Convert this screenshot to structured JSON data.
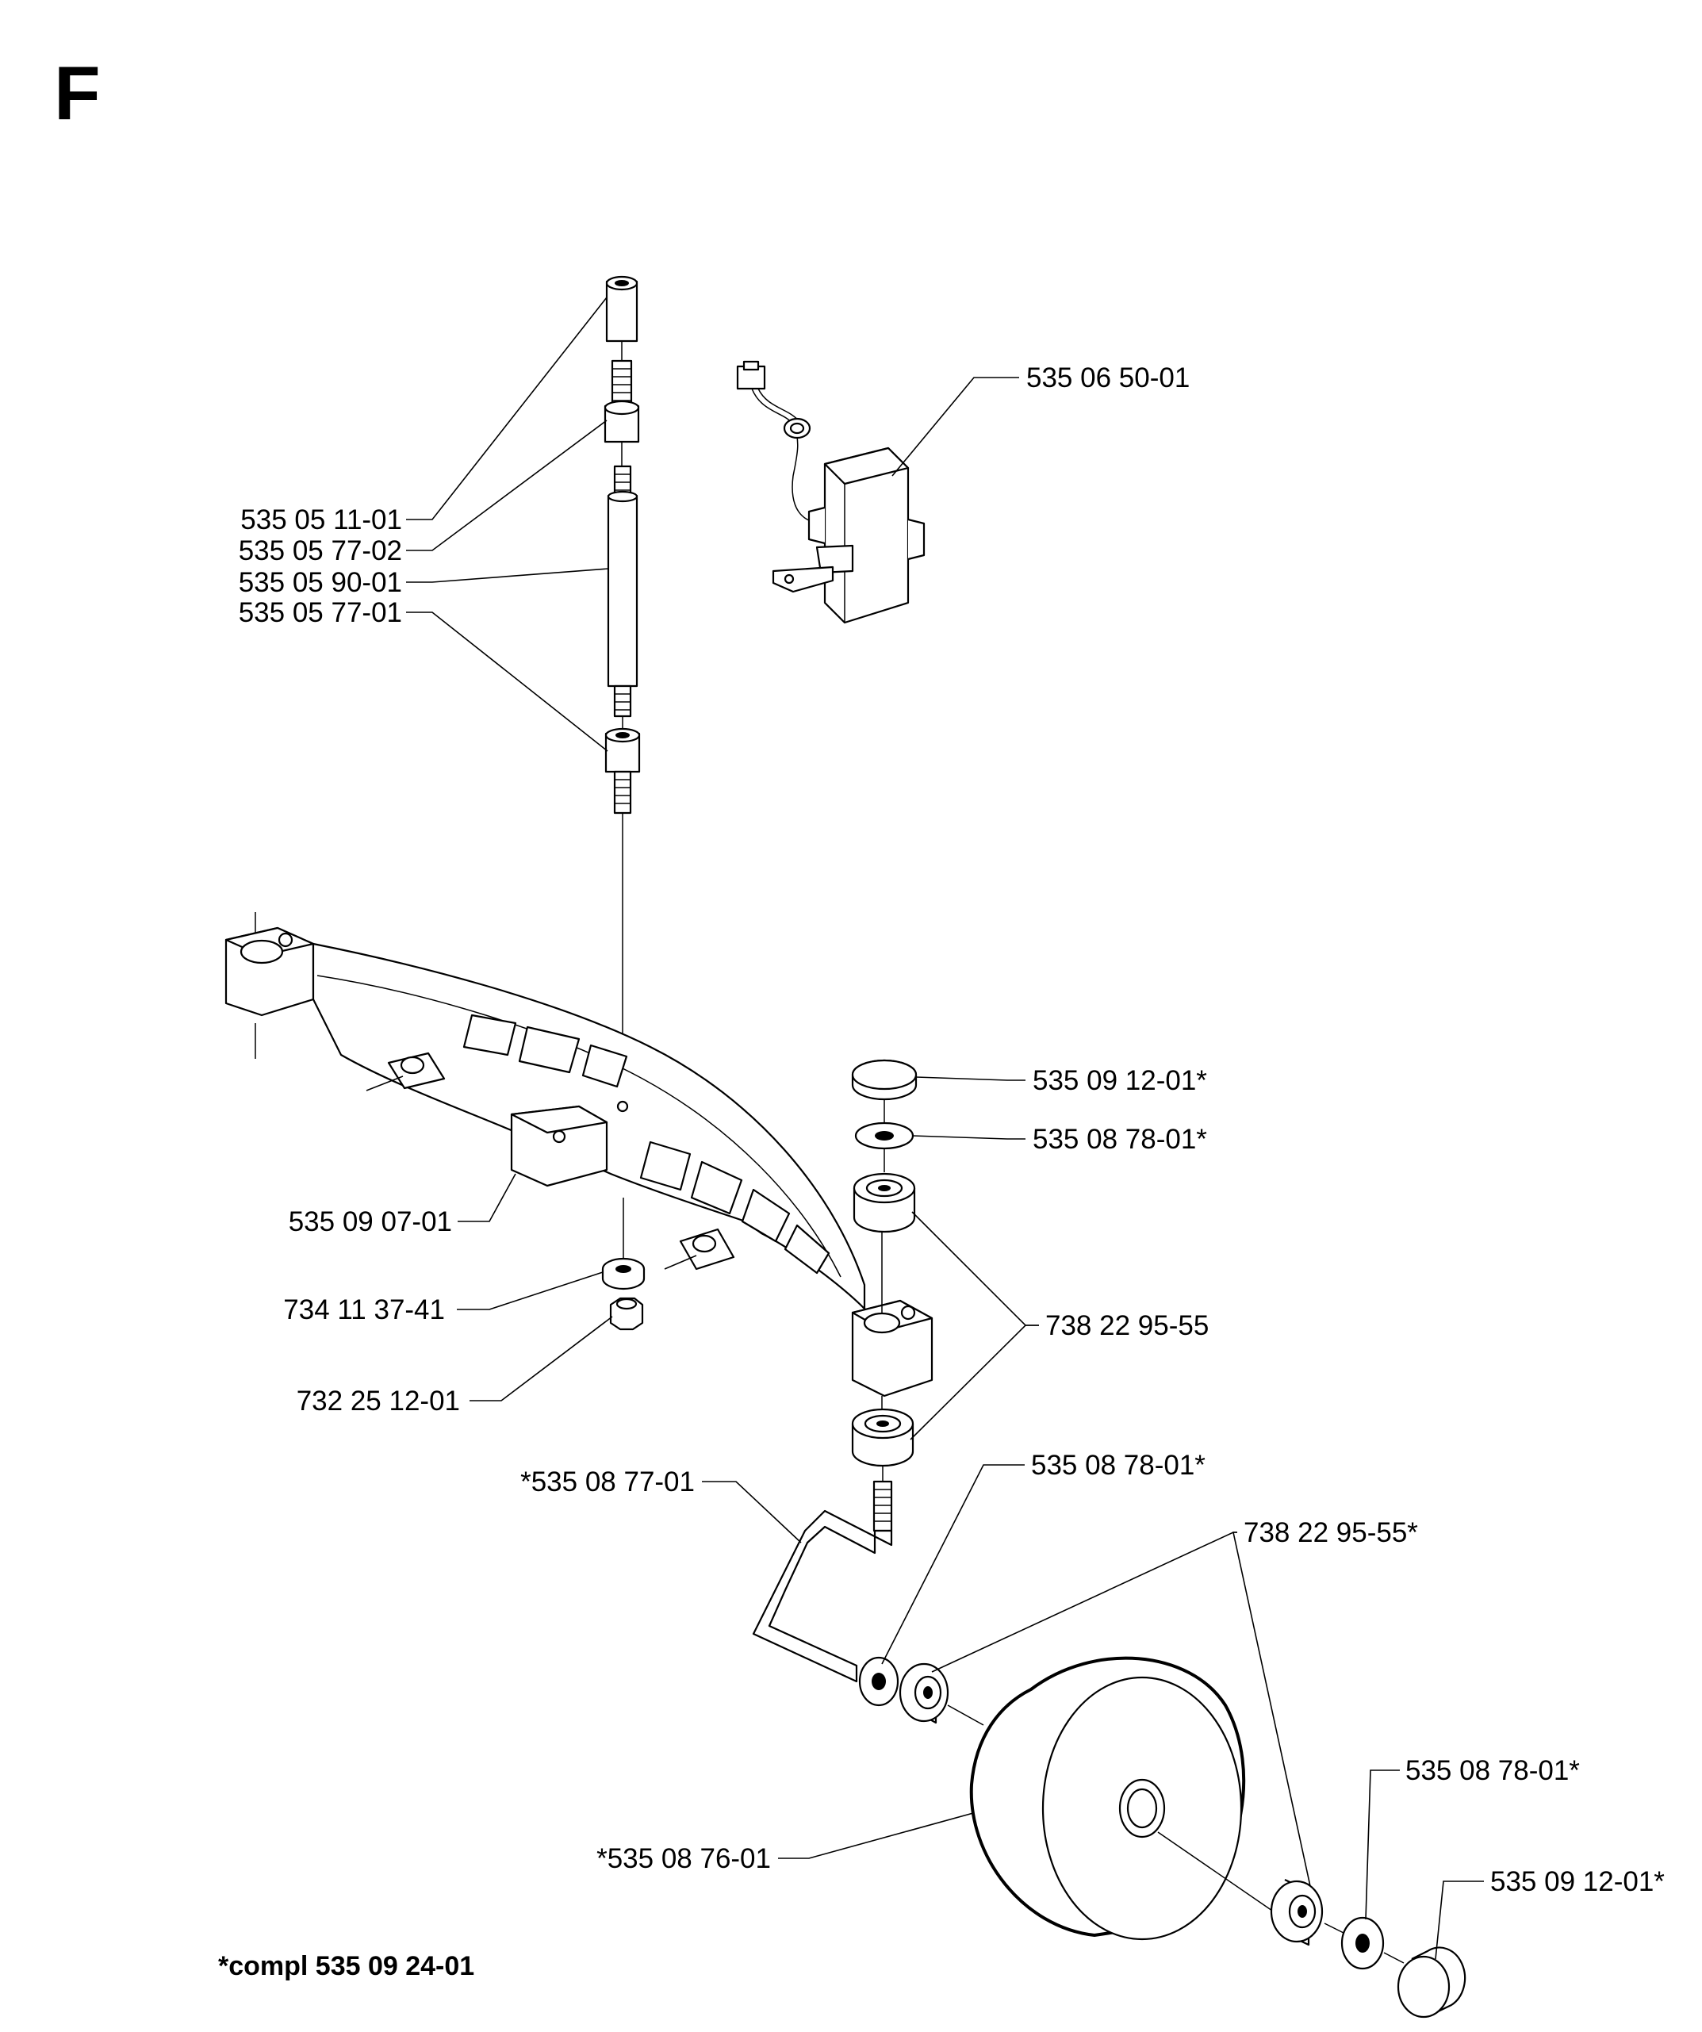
{
  "section_letter": "F",
  "footnote": "*compl 535 09 24-01",
  "parts": [
    {
      "id": "p1",
      "part_number": "535 05 11-01"
    },
    {
      "id": "p2",
      "part_number": "535 05 77-02"
    },
    {
      "id": "p3",
      "part_number": "535 05 90-01"
    },
    {
      "id": "p4",
      "part_number": "535 05 77-01"
    },
    {
      "id": "p5",
      "part_number": "535 06 50-01"
    },
    {
      "id": "p6",
      "part_number": "535 09 12-01*"
    },
    {
      "id": "p7",
      "part_number": "535 08 78-01*"
    },
    {
      "id": "p8",
      "part_number": "535 09 07-01"
    },
    {
      "id": "p9",
      "part_number": "738 22 95-55"
    },
    {
      "id": "p10",
      "part_number": "734 11 37-41"
    },
    {
      "id": "p11",
      "part_number": "732 25 12-01"
    },
    {
      "id": "p12",
      "part_number": "*535 08 77-01"
    },
    {
      "id": "p13",
      "part_number": "535 08 78-01*"
    },
    {
      "id": "p14",
      "part_number": "738 22 95-55*"
    },
    {
      "id": "p15",
      "part_number": "535 08 78-01*"
    },
    {
      "id": "p16",
      "part_number": "*535 08 76-01"
    },
    {
      "id": "p17",
      "part_number": "535 09 12-01*"
    }
  ]
}
